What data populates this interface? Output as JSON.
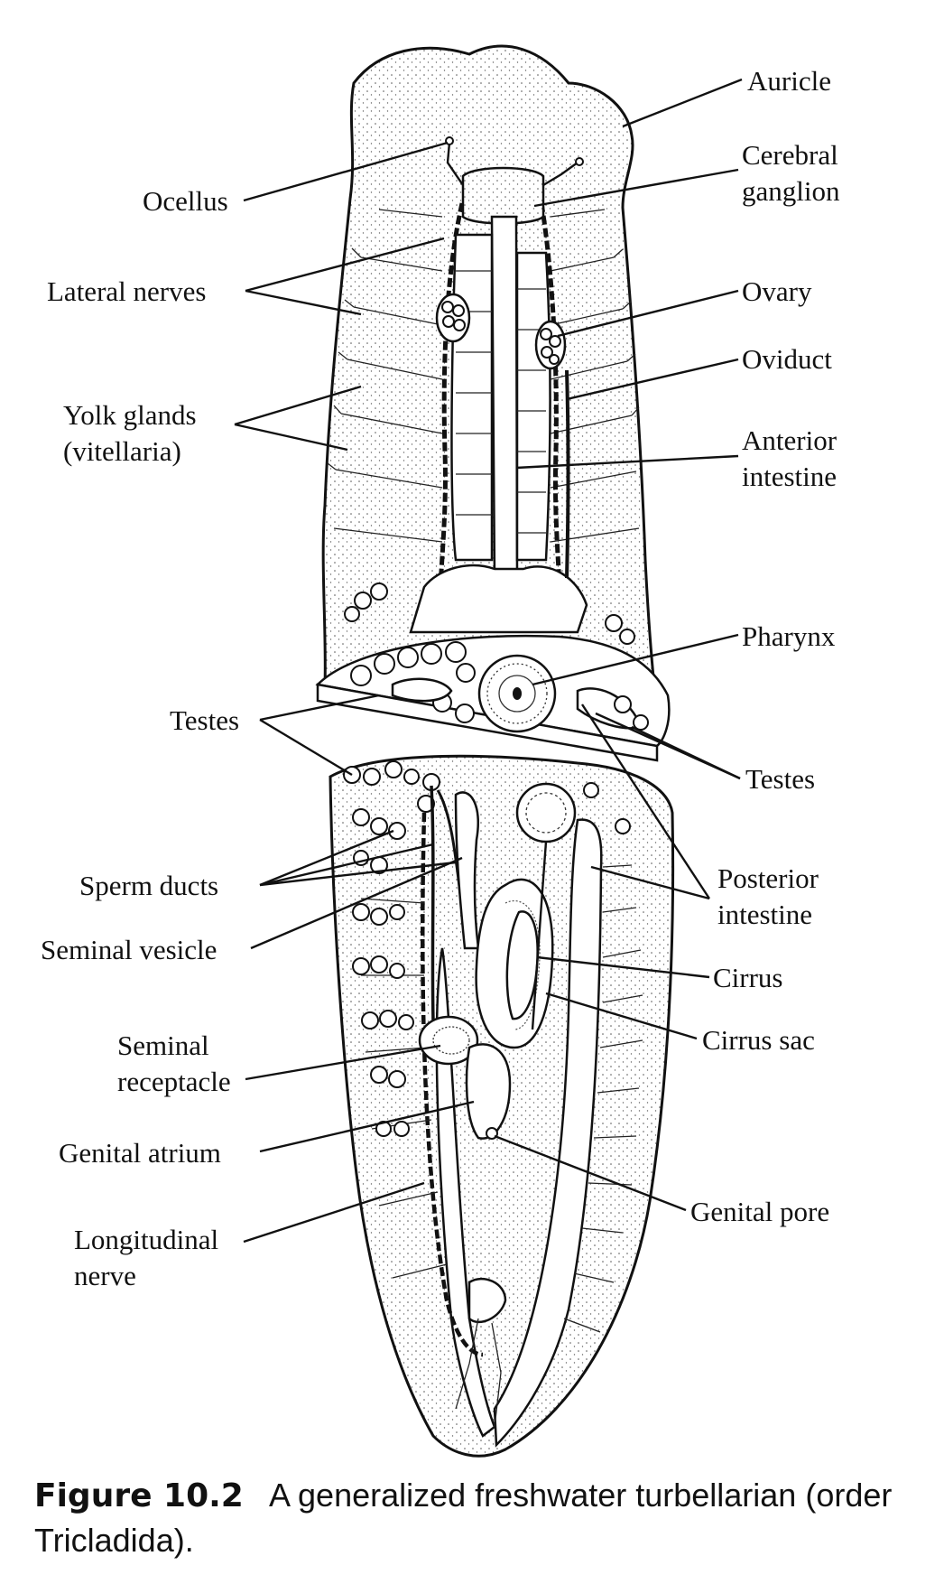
{
  "labels": {
    "auricle": "Auricle",
    "ocellus": "Ocellus",
    "cerebral_ganglion_1": "Cerebral",
    "cerebral_ganglion_2": "ganglion",
    "lateral_nerves": "Lateral nerves",
    "ovary": "Ovary",
    "oviduct": "Oviduct",
    "yolk_glands_1": "Yolk glands",
    "yolk_glands_2": "(vitellaria)",
    "anterior_intestine_1": "Anterior",
    "anterior_intestine_2": "intestine",
    "pharynx": "Pharynx",
    "testes_left": "Testes",
    "testes_right": "Testes",
    "sperm_ducts": "Sperm ducts",
    "posterior_intestine_1": "Posterior",
    "posterior_intestine_2": "intestine",
    "seminal_vesicle": "Seminal vesicle",
    "cirrus": "Cirrus",
    "cirrus_sac": "Cirrus sac",
    "seminal_receptacle_1": "Seminal",
    "seminal_receptacle_2": "receptacle",
    "genital_atrium": "Genital atrium",
    "genital_pore": "Genital pore",
    "longitudinal_nerve_1": "Longitudinal",
    "longitudinal_nerve_2": "nerve"
  },
  "caption": {
    "figure_number": "Figure 10.2",
    "text_line1": "A generalized freshwater turbellarian (order",
    "text_line2": "Tricladida)."
  }
}
